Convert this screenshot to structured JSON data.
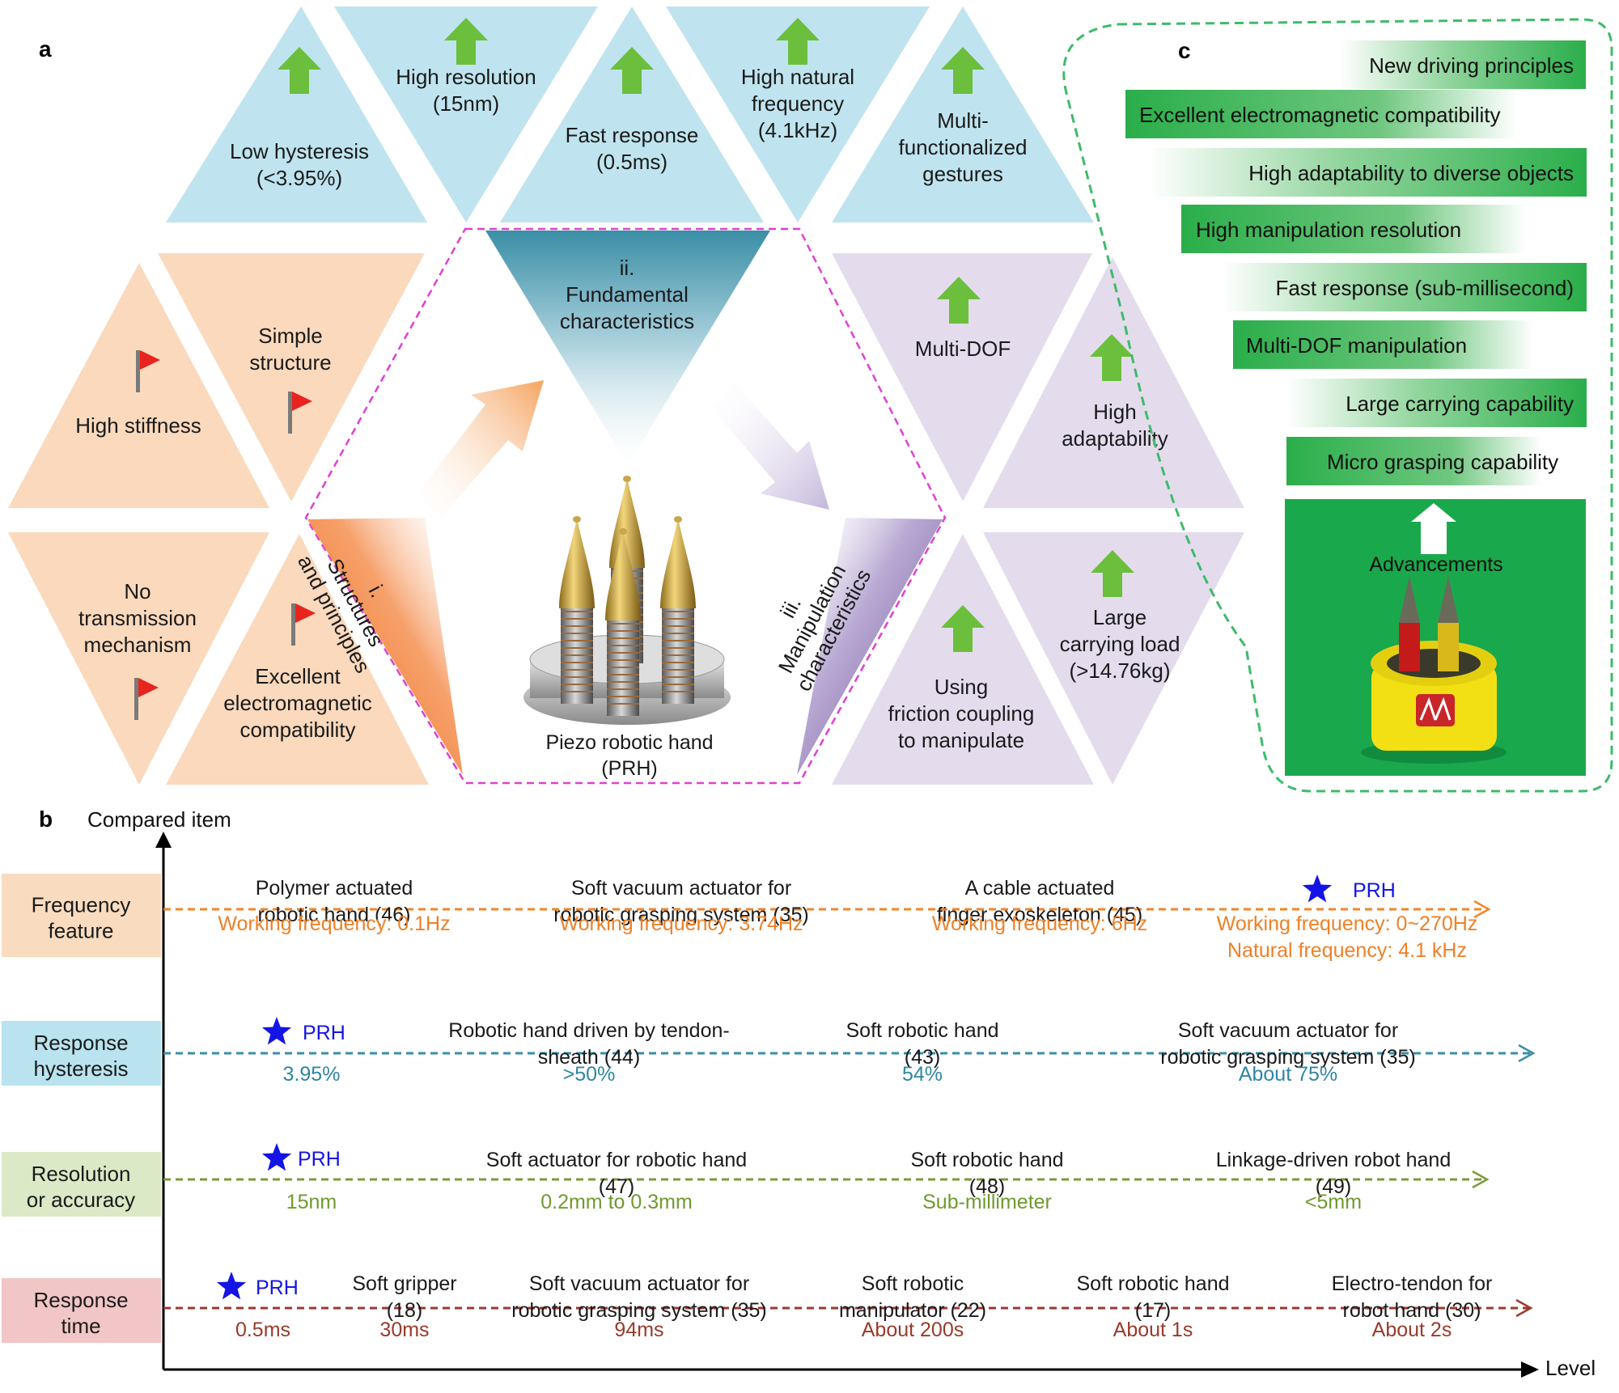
{
  "panel_letters": {
    "a": "a",
    "b": "b",
    "c": "c"
  },
  "panel_a": {
    "center": {
      "top": [
        "ii.",
        "Fundamental",
        "characteristics"
      ],
      "left": [
        "i.",
        "Structures",
        "and principles"
      ],
      "right": [
        "iii.",
        "Manipulation",
        "characteristics"
      ],
      "caption": [
        "Piezo robotic hand",
        "(PRH)"
      ]
    },
    "top_triangles": [
      [
        "Low hysteresis",
        "(<3.95%)"
      ],
      [
        "High resolution",
        "(15nm)"
      ],
      [
        "Fast response",
        "(0.5ms)"
      ],
      [
        "High natural",
        "frequency",
        "(4.1kHz)"
      ],
      [
        "Multi-",
        "functionalized",
        "gestures"
      ]
    ],
    "left_triangles": [
      [
        "High stiffness"
      ],
      [
        "Simple",
        "structure"
      ],
      [
        "No",
        "transmission",
        "mechanism"
      ],
      [
        "Excellent",
        "electromagnetic",
        "compatibility"
      ]
    ],
    "right_triangles": [
      [
        "Multi-DOF"
      ],
      [
        "High",
        "adaptability"
      ],
      [
        "Using",
        "friction coupling",
        "to manipulate"
      ],
      [
        "Large",
        "carrying load",
        "(>14.76kg)"
      ]
    ]
  },
  "panel_c": {
    "bars": [
      "New driving principles",
      "Excellent electromagnetic compatibility",
      "High adaptability to diverse objects",
      "High manipulation resolution",
      "Fast response (sub-millisecond)",
      "Multi-DOF manipulation",
      "Large carrying capability",
      "Micro grasping capability"
    ],
    "photo_label": "Advancements"
  },
  "panel_b": {
    "y_axis_label": "Compared item",
    "x_axis_label": "Level",
    "rows": [
      {
        "label": [
          "Frequency",
          "feature"
        ],
        "label_bg": "#f9dcc0",
        "line_color": "#f0862a",
        "value_color": "#ef8026",
        "items": [
          {
            "name": [
              "Polymer actuated",
              "robotic hand (46)"
            ],
            "values": [
              "Working frequency: 0.1Hz"
            ]
          },
          {
            "name": [
              "Soft vacuum actuator for",
              "robotic grasping system (35)"
            ],
            "values": [
              "Working frequency: 3.74Hz"
            ]
          },
          {
            "name": [
              "A cable actuated",
              "finger exoskeleton (45)"
            ],
            "values": [
              "Working frequency: 6Hz"
            ]
          },
          {
            "name": [
              "PRH"
            ],
            "values": [
              "Working frequency: 0~270Hz",
              "Natural frequency: 4.1 kHz"
            ]
          }
        ]
      },
      {
        "label": [
          "Response",
          "hysteresis"
        ],
        "label_bg": "#b9e3ef",
        "line_color": "#3a8ea8",
        "value_color": "#2e86a3",
        "items": [
          {
            "name": [
              "PRH"
            ],
            "values": [
              "3.95%"
            ]
          },
          {
            "name": [
              "Robotic hand driven by tendon-",
              "sheath (44)"
            ],
            "values": [
              ">50%"
            ]
          },
          {
            "name": [
              "Soft robotic hand",
              "(43)"
            ],
            "values": [
              "54%"
            ]
          },
          {
            "name": [
              "Soft vacuum actuator for",
              "robotic grasping system (35)"
            ],
            "values": [
              "About 75%"
            ]
          }
        ]
      },
      {
        "label": [
          "Resolution",
          "or accuracy"
        ],
        "label_bg": "#dbe9c6",
        "line_color": "#7a9a3c",
        "value_color": "#6f9a2e",
        "items": [
          {
            "name": [
              "PRH"
            ],
            "values": [
              "15nm"
            ]
          },
          {
            "name": [
              "Soft actuator for robotic hand",
              "(47)"
            ],
            "values": [
              "0.2mm to 0.3mm"
            ]
          },
          {
            "name": [
              "Soft robotic hand",
              "(48)"
            ],
            "values": [
              "Sub-millimeter"
            ]
          },
          {
            "name": [
              "Linkage-driven robot hand",
              "(49)"
            ],
            "values": [
              "<5mm"
            ]
          }
        ]
      },
      {
        "label": [
          "Response",
          "time"
        ],
        "label_bg": "#f2c6c6",
        "line_color": "#9a3a2e",
        "value_color": "#9a3a2a",
        "items": [
          {
            "name": [
              "PRH"
            ],
            "values": [
              "0.5ms"
            ]
          },
          {
            "name": [
              "Soft gripper",
              "(18)"
            ],
            "values": [
              "30ms"
            ]
          },
          {
            "name": [
              "Soft vacuum actuator for",
              "robotic grasping system (35)"
            ],
            "values": [
              "94ms"
            ]
          },
          {
            "name": [
              "Soft robotic",
              "manipulator (22)"
            ],
            "values": [
              "About 200s"
            ]
          },
          {
            "name": [
              "Soft robotic hand",
              "(17)"
            ],
            "values": [
              "About 1s"
            ]
          },
          {
            "name": [
              "Electro-tendon for",
              "robot hand (30)"
            ],
            "values": [
              "About 2s"
            ]
          }
        ]
      }
    ]
  },
  "colors": {
    "top_triangle": "#bfe4ef",
    "left_triangle": "#fad9bd",
    "right_triangle": "#e4dcec",
    "arrow_green": "#6bbf3c",
    "flag_red": "#e8241f",
    "hexagon_border": "#e040d0",
    "panel_c_border": "#3dbb6a",
    "bar_green": "#2db24e",
    "star_blue": "#1414e6",
    "photo_green": "#1aa84c"
  }
}
